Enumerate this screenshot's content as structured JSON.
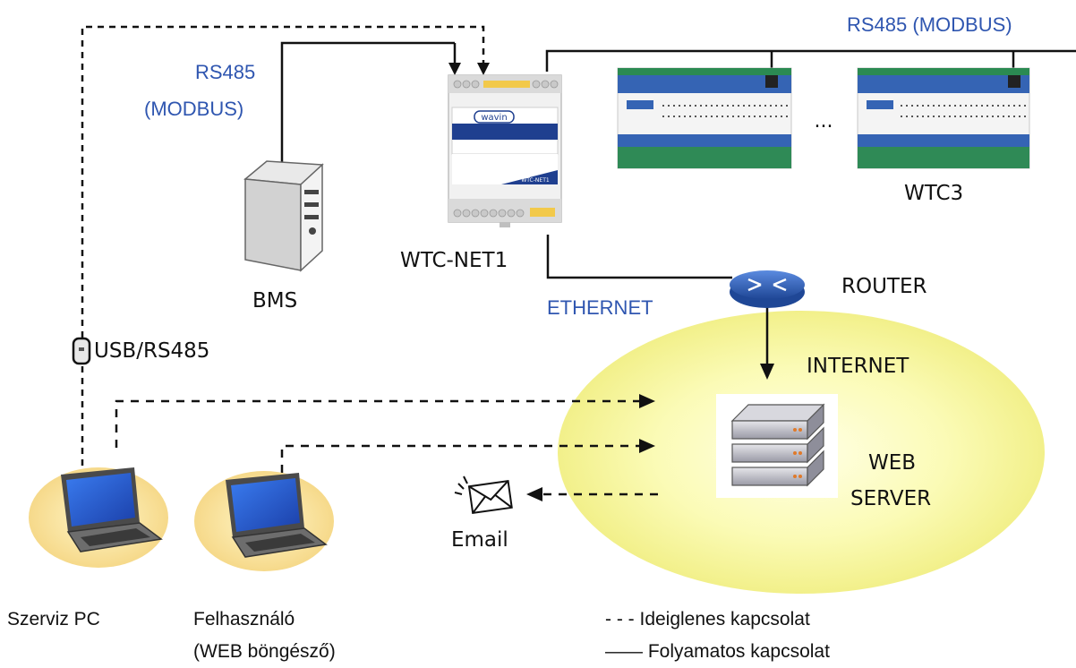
{
  "labels": {
    "rs485_top": "RS485 (MODBUS)",
    "rs485_left_1": "RS485",
    "rs485_left_2": "(MODBUS)",
    "wtc_net1": "WTC-NET1",
    "wtc3": "WTC3",
    "bms": "BMS",
    "ethernet": "ETHERNET",
    "router": "ROUTER",
    "usb_rs485": "USB/RS485",
    "internet": "INTERNET",
    "web": "WEB",
    "server": "SERVER",
    "email": "Email",
    "ellipsis": "...",
    "szerviz_pc": "Szerviz PC",
    "felhasznalo_1": "Felhasználó",
    "felhasznalo_2": "(WEB böngésző)",
    "brand": "wavin",
    "device_tag": "WTC-NET1"
  },
  "legend": {
    "temporary": "- - -  Ideiglenes kapcsolat",
    "permanent": "—— Folyamatos kapcsolat"
  },
  "colors": {
    "label_blue": "#2f56b0",
    "internet_fill": "#fbfbb6",
    "router_blue": "#2d5fb0",
    "device_blue": "#2f63b6",
    "laptop_screen": "#2a5bd8"
  }
}
